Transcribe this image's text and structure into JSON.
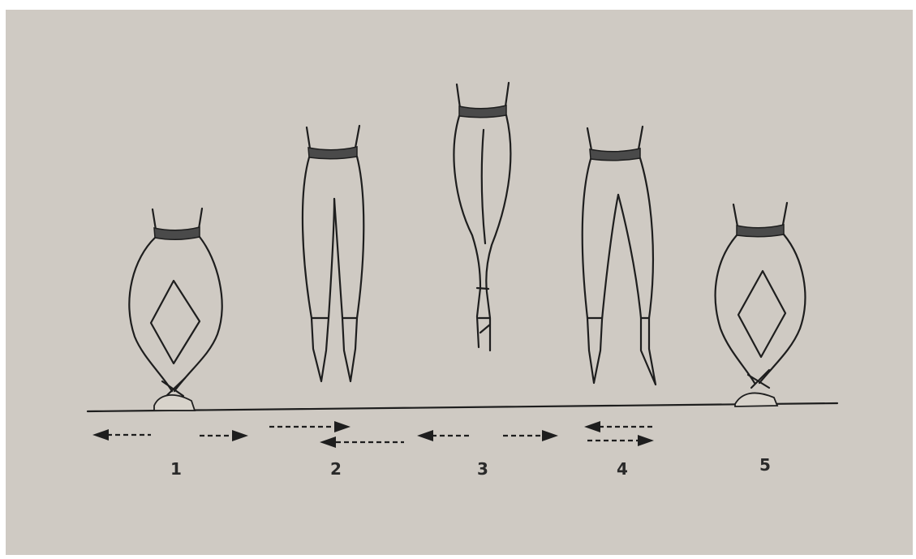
{
  "figure": {
    "paper_color": "#cfcac3",
    "ink_color": "#1e1e1e",
    "steps": [
      {
        "number": "1",
        "pose": "crossed-legs-on-floor",
        "arrows": "outward"
      },
      {
        "number": "2",
        "pose": "legs-apart-airborne",
        "arrows": "crossing"
      },
      {
        "number": "3",
        "pose": "legs-crossed-airborne",
        "arrows": "outward"
      },
      {
        "number": "4",
        "pose": "legs-apart-airborne",
        "arrows": "crossing"
      },
      {
        "number": "5",
        "pose": "crossed-legs-on-floor",
        "arrows": "none"
      }
    ]
  }
}
